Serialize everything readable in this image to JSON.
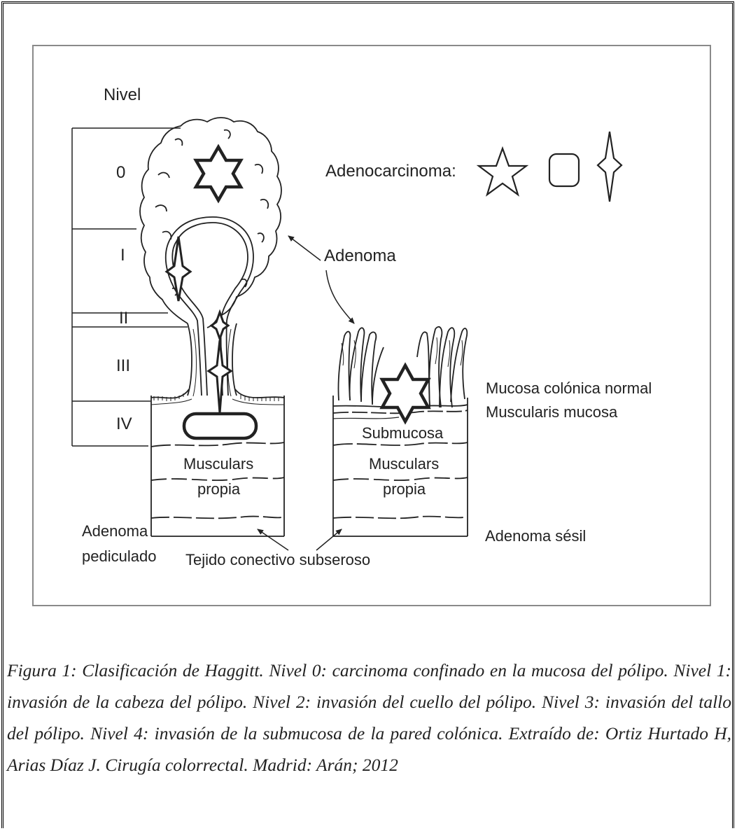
{
  "levels_heading": "Nivel",
  "levels": [
    "0",
    "I",
    "II",
    "III",
    "IV"
  ],
  "labels": {
    "adenocarcinoma": "Adenocarcinoma:",
    "adenoma": "Adenoma",
    "mucosa_normal": "Mucosa colónica normal",
    "muscularis_mucosa": "Muscularis mucosa",
    "submucosa": "Submucosa",
    "muscularis_propia_line1": "Musculars",
    "muscularis_propia_line2": "propia",
    "adenoma_pediculado_line1": "Adenoma",
    "adenoma_pediculado_line2": "pediculado",
    "adenoma_sesil": "Adenoma sésil",
    "tejido_conectivo": "Tejido conectivo subseroso"
  },
  "caption": "Figura 1: Clasificación de Haggitt. Nivel 0: carcinoma confinado en la mucosa del pólipo. Nivel 1: invasión de la cabeza del pólipo. Nivel 2: invasión del cuello del pólipo. Nivel 3: invasión del tallo del pólipo. Nivel 4: invasión de la submucosa de la pared colónica. Extraído de: Ortiz Hurtado H, Arias Díaz J. Cirugía colorrectal. Madrid: Arán; 2012"
}
